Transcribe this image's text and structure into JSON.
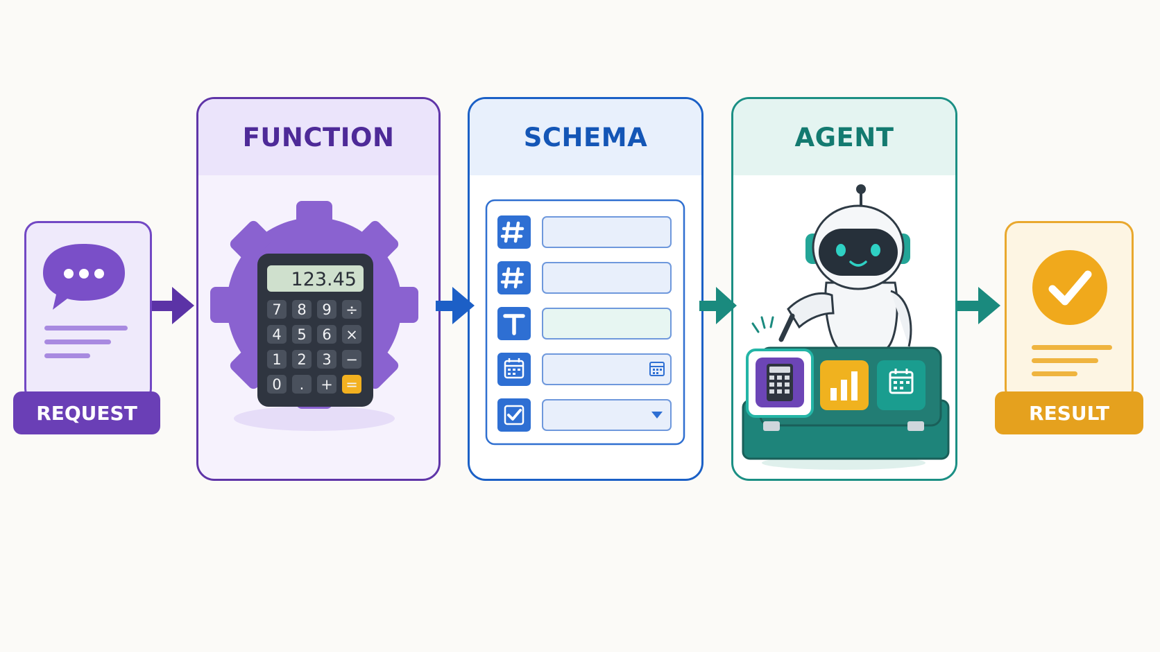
{
  "request": {
    "label": "REQUEST",
    "icon": "chat-bubble-icon"
  },
  "function": {
    "title": "FUNCTION",
    "icon": "gear-icon",
    "calculator": {
      "display": "123.45",
      "keys": [
        "7",
        "8",
        "9",
        "÷",
        "4",
        "5",
        "6",
        "×",
        "1",
        "2",
        "3",
        "−",
        "0",
        ".",
        "+",
        "="
      ]
    }
  },
  "schema": {
    "title": "SCHEMA",
    "fields": [
      {
        "type": "number",
        "icon": "hash-icon"
      },
      {
        "type": "number",
        "icon": "hash-icon"
      },
      {
        "type": "text",
        "icon": "text-t-icon"
      },
      {
        "type": "date",
        "icon": "calendar-icon"
      },
      {
        "type": "boolean-select",
        "icon": "checkbox-icon"
      }
    ]
  },
  "agent": {
    "title": "AGENT",
    "robot": "robot-icon",
    "tools": [
      "calculator-icon",
      "bar-chart-icon",
      "calendar-icon"
    ]
  },
  "result": {
    "label": "RESULT",
    "icon": "checkmark-circle-icon"
  },
  "colors": {
    "purple": "#6a3fb6",
    "blue": "#1b60c6",
    "teal": "#1b8f84",
    "amber": "#e5a11e",
    "background": "#fbfaf7"
  }
}
